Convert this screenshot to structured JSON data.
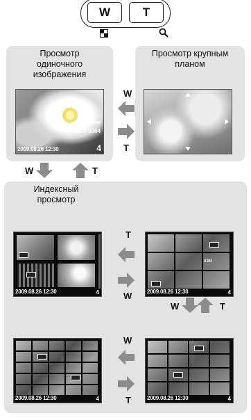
{
  "zoom_lever": {
    "wide_label": "W",
    "tele_label": "T",
    "wide_icon": "grid-icon",
    "tele_icon": "magnifier-icon"
  },
  "single_panel": {
    "title_line1": "Просмотр",
    "title_line2": "одиночного",
    "title_line3": "изображения",
    "screen": {
      "date": "2009.08.26",
      "time": "12:30",
      "file": "100-0004",
      "frame_count": "4",
      "flash": "None"
    }
  },
  "closeup_panel": {
    "title_line1": "Просмотр крупным",
    "title_line2": "планом"
  },
  "arrows_top": {
    "to_single": "W",
    "to_closeup": "T"
  },
  "mid_labels": {
    "down": "W",
    "up": "T"
  },
  "index_panel": {
    "title_line1": "Индексный",
    "title_line2": "просмотр"
  },
  "index_screens": {
    "date": "2009.08.26",
    "time": "12:30",
    "count": "4",
    "zoom_badge": "x10"
  },
  "arrows_row1": {
    "left": "T",
    "right": "W"
  },
  "arrows_mid2": {
    "down": "W",
    "up": "T"
  },
  "arrows_row3": {
    "left": "W",
    "right": "T"
  },
  "colors": {
    "panel": "#e3e3e3",
    "arrow": "#8c8c8c",
    "screen": "#0b0b0b"
  }
}
